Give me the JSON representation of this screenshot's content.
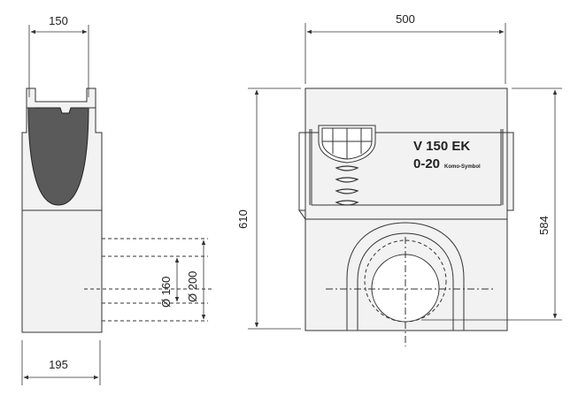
{
  "dimensions": {
    "side_top_width": "150",
    "side_bottom_width": "195",
    "front_width": "500",
    "front_height_total": "610",
    "front_height_inner": "584",
    "pipe_diameter_small": "Ø 160",
    "pipe_diameter_large": "Ø 200"
  },
  "product_label": {
    "model": "V 150 EK",
    "class": "0-20",
    "symbol_text": "Komo-Symbol"
  },
  "colors": {
    "body_fill": "#f2f2f2",
    "grate_fill": "#5a5a5a",
    "line": "#333333"
  }
}
